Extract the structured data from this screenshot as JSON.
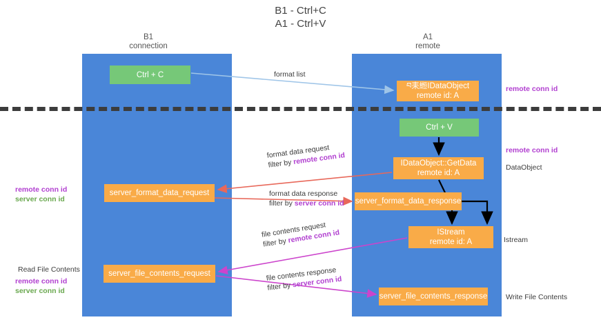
{
  "title": {
    "line1": "B1 - Ctrl+C",
    "line2": "A1 - Ctrl+V"
  },
  "lanes": [
    {
      "id": "b1",
      "name": "B1",
      "subtitle": "connection"
    },
    {
      "id": "a1",
      "name": "A1",
      "subtitle": "remote"
    }
  ],
  "nodes": {
    "ctrl_c": {
      "line1": "Ctrl + C",
      "line2": "",
      "color": "#76c878"
    },
    "idataobject": {
      "line1": "བ⽾縆IDataObject",
      "line2": "remote id: A",
      "color": "#f9ab48"
    },
    "ctrl_v": {
      "line1": "Ctrl + V",
      "line2": "",
      "color": "#76c878"
    },
    "getdata": {
      "line1": "IDataObject::GetData",
      "line2": "remote id: A",
      "color": "#f9ab48"
    },
    "server_format_data_request": {
      "line1": "server_format_data_request",
      "line2": "",
      "color": "#f9ab48"
    },
    "server_format_data_response": {
      "line1": "server_format_data_response",
      "line2": "",
      "color": "#f9ab48"
    },
    "istream": {
      "line1": "IStream",
      "line2": "remote id: A",
      "color": "#f9ab48"
    },
    "server_file_contents_request": {
      "line1": "server_file_contents_request",
      "line2": "",
      "color": "#f9ab48"
    },
    "server_file_contents_response": {
      "line1": "server_file_contents_response",
      "line2": "",
      "color": "#f9ab48"
    }
  },
  "edge_labels": {
    "format_list": {
      "line1": "format list",
      "line2": "",
      "highlight2": ""
    },
    "format_data_request": {
      "line1": "format data request",
      "line2": "filter by ",
      "highlight2": "remote conn id"
    },
    "format_data_response": {
      "line1": "format data response",
      "line2": "filter by ",
      "highlight2": "server conn id"
    },
    "file_contents_request": {
      "line1": "file contents request",
      "line2": "filter by ",
      "highlight2": "remote conn id"
    },
    "file_contents_response": {
      "line1": "file contents response",
      "line2": "filter by ",
      "highlight2": "server conn id"
    }
  },
  "side_labels": {
    "remote_conn_id_top": "remote conn id",
    "remote_conn_id_mid": "remote conn id",
    "dataobject": "DataObject",
    "istream": "Istream",
    "write_file_contents": "Write File Contents",
    "read_file_contents": "Read File Contents",
    "key_remote_conn_id": "remote conn id",
    "key_server_conn_id": "server conn id"
  },
  "colors": {
    "lane": "#4a86d8",
    "green_node": "#76c878",
    "orange_node": "#f9ab48",
    "divider": "#3c3c3c",
    "arrow_format_list": "#9fc5e8",
    "arrow_format_data": "#e8685a",
    "arrow_file_contents": "#cc44cc",
    "arrow_black": "#000000",
    "remote_key": "#b13fd0",
    "server_key": "#6aa84f"
  }
}
